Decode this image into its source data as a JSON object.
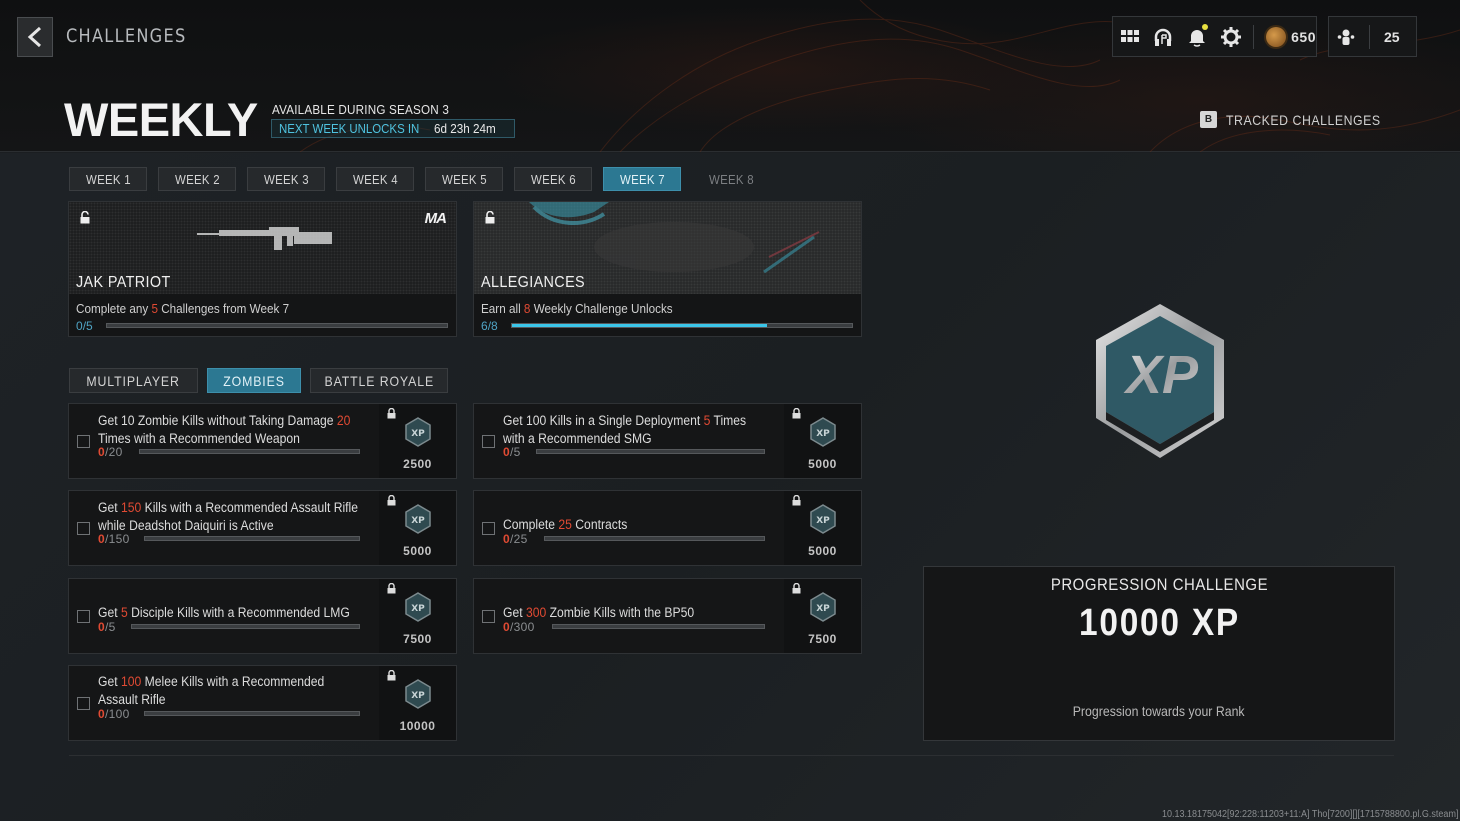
{
  "header": {
    "back_label": "back",
    "breadcrumb": "CHALLENGES",
    "title": "WEEKLY",
    "season_text": "AVAILABLE DURING SEASON 3",
    "next_unlock_label": "NEXT WEEK UNLOCKS IN",
    "next_unlock_time": "6d 23h 24m",
    "tracked_key": "B",
    "tracked_label": "TRACKED CHALLENGES"
  },
  "topbar": {
    "icons": [
      "grid-menu-icon",
      "headset-icon",
      "bell-icon",
      "gear-icon"
    ],
    "notification_dot_color": "#e8e040",
    "currency_value": "650",
    "players_value": "25"
  },
  "week_tabs": [
    {
      "label": "WEEK 1",
      "state": "normal"
    },
    {
      "label": "WEEK 2",
      "state": "normal"
    },
    {
      "label": "WEEK 3",
      "state": "normal"
    },
    {
      "label": "WEEK 4",
      "state": "normal"
    },
    {
      "label": "WEEK 5",
      "state": "normal"
    },
    {
      "label": "WEEK 6",
      "state": "normal"
    },
    {
      "label": "WEEK 7",
      "state": "active"
    },
    {
      "label": "WEEK 8",
      "state": "locked"
    }
  ],
  "rewards": [
    {
      "name": "JAK PATRIOT",
      "desc_pre": "Complete any ",
      "desc_num": "5",
      "desc_post": " Challenges from Week 7",
      "progress_current": "0",
      "progress_total": "/5",
      "progress_pct": 0,
      "brand": "MA"
    },
    {
      "name": "ALLEGIANCES",
      "desc_pre": "Earn all ",
      "desc_num": "8",
      "desc_post": " Weekly Challenge Unlocks",
      "progress_current": "6",
      "progress_total": "/8",
      "progress_pct": 75
    }
  ],
  "mode_tabs": [
    {
      "label": "MULTIPLAYER",
      "state": "normal"
    },
    {
      "label": "ZOMBIES",
      "state": "active"
    },
    {
      "label": "BATTLE ROYALE",
      "state": "normal"
    }
  ],
  "challenges": [
    {
      "line_pre": "Get 10 Zombie Kills without Taking Damage ",
      "num": "20",
      "line_post": " Times with a Recommended Weapon",
      "cur": "0",
      "total": "/20",
      "xp": "2500"
    },
    {
      "line_pre": "Get 100 Kills in a Single Deployment ",
      "num": "5",
      "line_post": " Times with a Recommended SMG",
      "cur": "0",
      "total": "/5",
      "xp": "5000"
    },
    {
      "line_pre": "Get ",
      "num": "150",
      "line_post": " Kills with a Recommended Assault Rifle while Deadshot Daiquiri is Active",
      "cur": "0",
      "total": "/150",
      "xp": "5000"
    },
    {
      "line_pre": "Complete ",
      "num": "25",
      "line_post": " Contracts",
      "cur": "0",
      "total": "/25",
      "xp": "5000"
    },
    {
      "line_pre": "Get ",
      "num": "5",
      "line_post": " Disciple Kills with a Recommended LMG",
      "cur": "0",
      "total": "/5",
      "xp": "7500"
    },
    {
      "line_pre": "Get ",
      "num": "300",
      "line_post": " Zombie Kills with the BP50",
      "cur": "0",
      "total": "/300",
      "xp": "7500"
    },
    {
      "line_pre": "Get ",
      "num": "100",
      "line_post": " Melee Kills with a Recommended Assault Rifle",
      "cur": "0",
      "total": "/100",
      "xp": "10000"
    }
  ],
  "progression": {
    "title": "PROGRESSION CHALLENGE",
    "xp": "10000 XP",
    "subtitle": "Progression towards your Rank",
    "badge_text": "XP"
  },
  "build_info": "10.13.18175042[92:228:11203+11:A] Tho[7200][][1715788800.pl.G.steam]",
  "colors": {
    "accent": "#2c7892",
    "highlight": "#e04a33",
    "progress_fill": "#3bc6ea"
  }
}
